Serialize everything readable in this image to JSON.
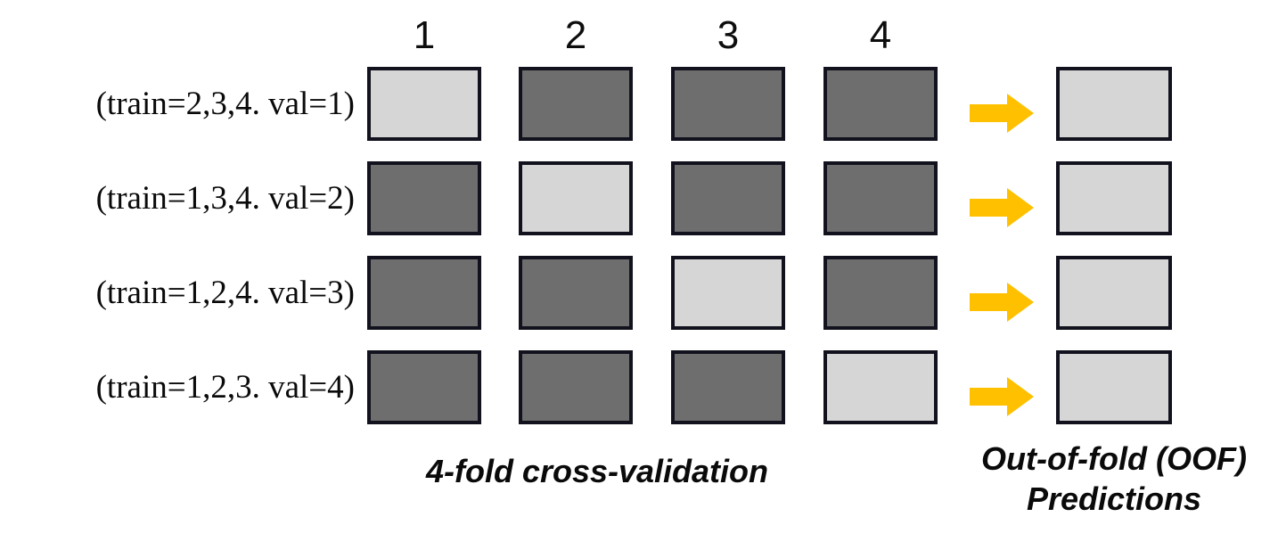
{
  "diagram": {
    "title": "4-fold cross-validation with out-of-fold predictions",
    "colors": {
      "validation_fold": "#d6d6d6",
      "training_fold": "#6e6e6e",
      "oof_block": "#d6d6d6",
      "border": "#12121e",
      "arrow": "#FFC000",
      "background": "#ffffff",
      "text": "#0a0a0a"
    },
    "column_headers": [
      {
        "label": "1"
      },
      {
        "label": "2"
      },
      {
        "label": "3"
      },
      {
        "label": "4"
      }
    ],
    "rows": [
      {
        "label": "(train=2,3,4. val=1)",
        "train_folds": [
          2,
          3,
          4
        ],
        "val_fold": 1,
        "cells": [
          "val",
          "train",
          "train",
          "train"
        ],
        "arrow": "right-arrow",
        "oof": "oof-block"
      },
      {
        "label": "(train=1,3,4. val=2)",
        "train_folds": [
          1,
          3,
          4
        ],
        "val_fold": 2,
        "cells": [
          "train",
          "val",
          "train",
          "train"
        ],
        "arrow": "right-arrow",
        "oof": "oof-block"
      },
      {
        "label": "(train=1,2,4. val=3)",
        "train_folds": [
          1,
          2,
          4
        ],
        "val_fold": 3,
        "cells": [
          "train",
          "train",
          "val",
          "train"
        ],
        "arrow": "right-arrow",
        "oof": "oof-block"
      },
      {
        "label": "(train=1,2,3. val=4)",
        "train_folds": [
          1,
          2,
          3
        ],
        "val_fold": 4,
        "cells": [
          "train",
          "train",
          "train",
          "val"
        ],
        "arrow": "right-arrow",
        "oof": "oof-block"
      }
    ],
    "captions": {
      "cross_validation": "4-fold cross-validation",
      "oof_line1": "Out-of-fold (OOF)",
      "oof_line2": "Predictions"
    }
  }
}
